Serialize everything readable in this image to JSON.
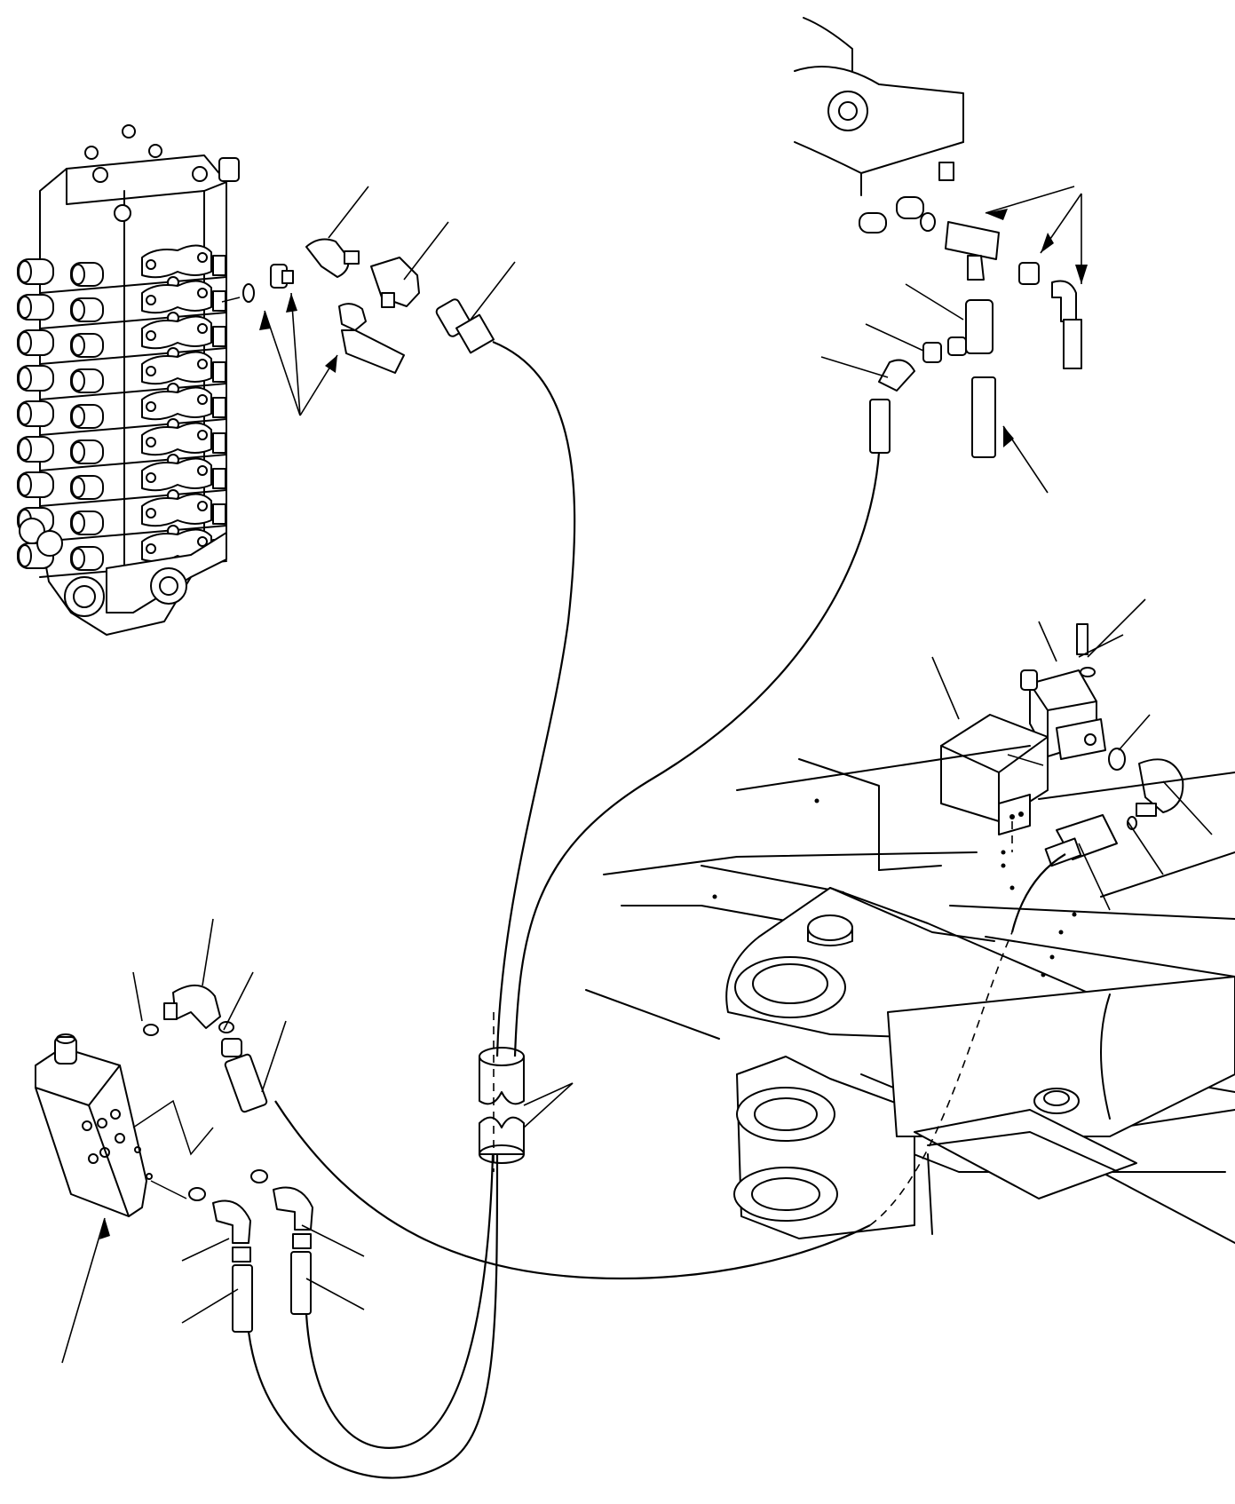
{
  "diagram": {
    "background": "#ffffff",
    "line_color": "#000000",
    "components": [
      {
        "id": "control-valve",
        "label": ""
      },
      {
        "id": "tee-fitting-assembly-upper",
        "label": ""
      },
      {
        "id": "tee-fitting-assembly-right",
        "label": ""
      },
      {
        "id": "solenoid-valve",
        "label": ""
      },
      {
        "id": "bracket-cover",
        "label": ""
      },
      {
        "id": "valve-block-lower-left",
        "label": ""
      },
      {
        "id": "hose-clamps",
        "label": ""
      },
      {
        "id": "boom-frame",
        "label": ""
      }
    ]
  }
}
